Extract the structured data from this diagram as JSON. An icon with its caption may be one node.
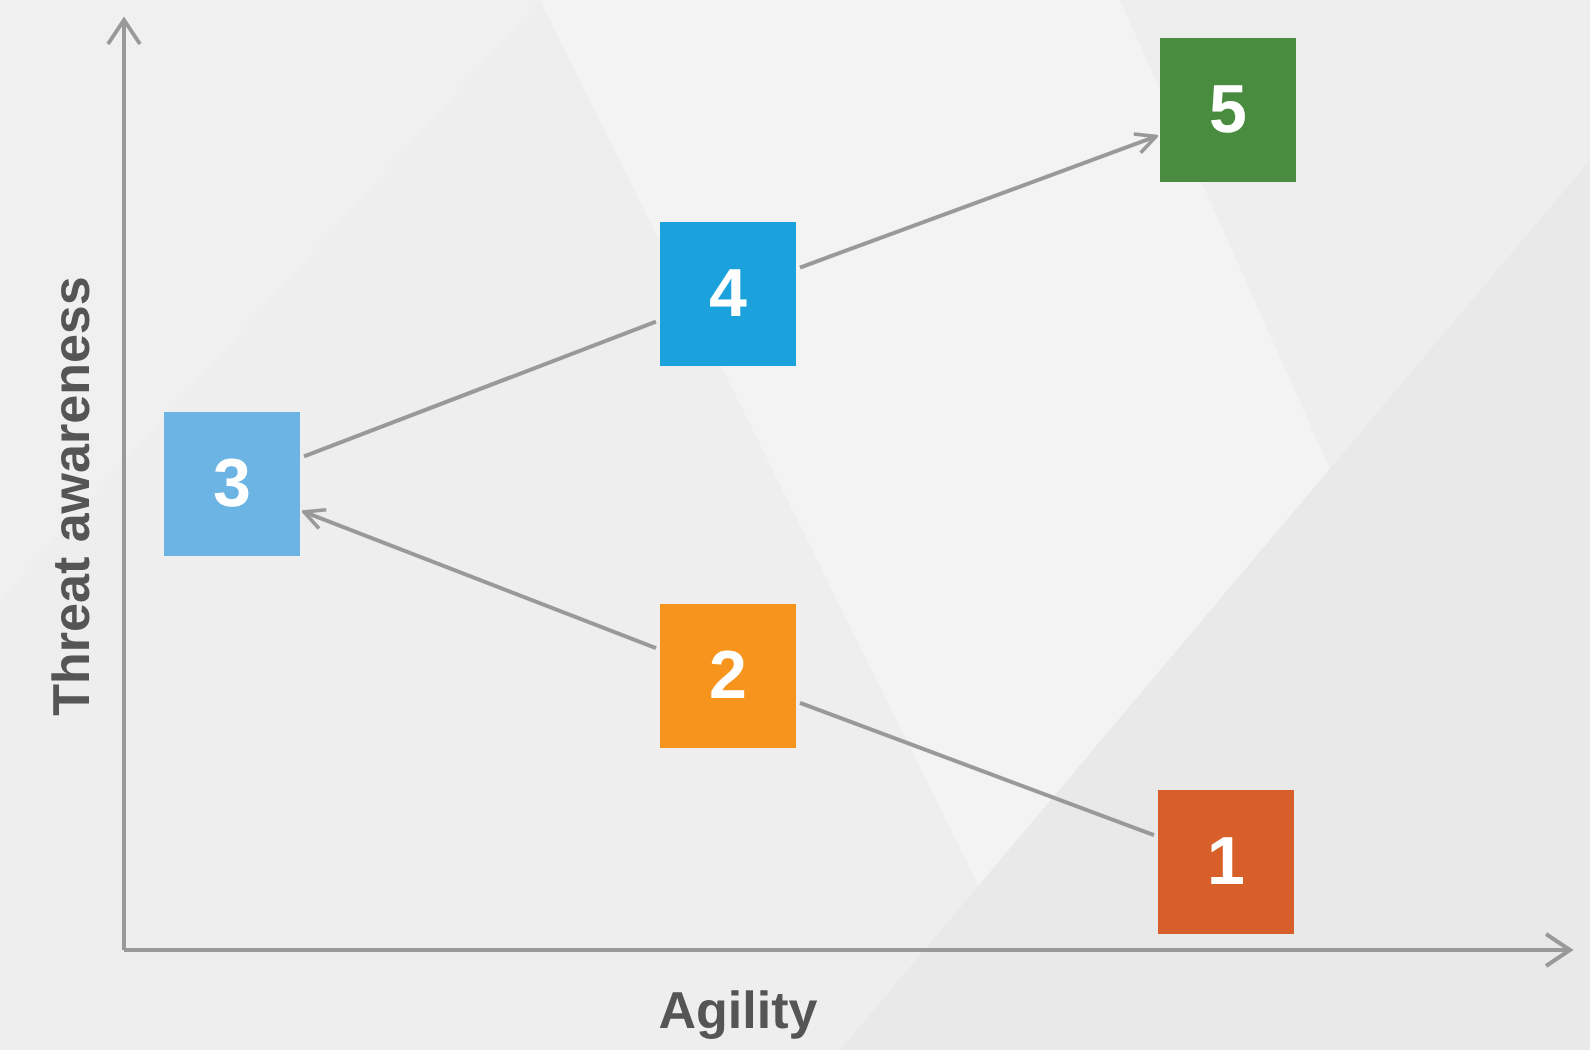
{
  "diagram": {
    "nodes": [
      {
        "text": [
          "1"
        ]
      },
      {
        "text": [
          "2"
        ]
      },
      {
        "text": [
          "3"
        ]
      },
      {
        "text": [
          "4"
        ]
      },
      {
        "text": [
          "5"
        ]
      }
    ],
    "edges": [
      {
        "from": 0,
        "to": 1,
        "arrow": "none"
      },
      {
        "from": 1,
        "to": 2,
        "arrow": "to"
      },
      {
        "from": 2,
        "to": 3,
        "arrow": "none"
      },
      {
        "from": 3,
        "to": 4,
        "arrow": "to"
      }
    ],
    "labels": [
      "Threat awareness",
      "Agility"
    ]
  }
}
